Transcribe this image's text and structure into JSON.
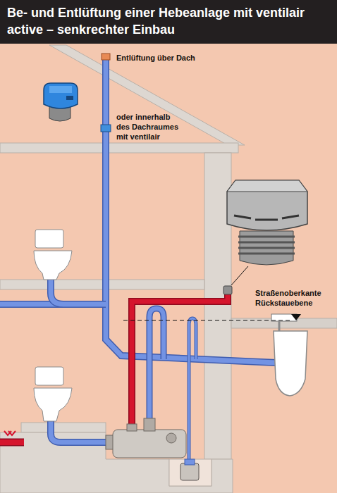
{
  "diagram": {
    "title": "Be- und Entlüftung einer Hebeanlage mit ventilair active – senkrechter Einbau",
    "labels": [
      "Entlüftung über Dach",
      "oder innerhalb des Dachraumes mit ventilair",
      "Straßenoberkante Rückstauebene"
    ]
  }
}
